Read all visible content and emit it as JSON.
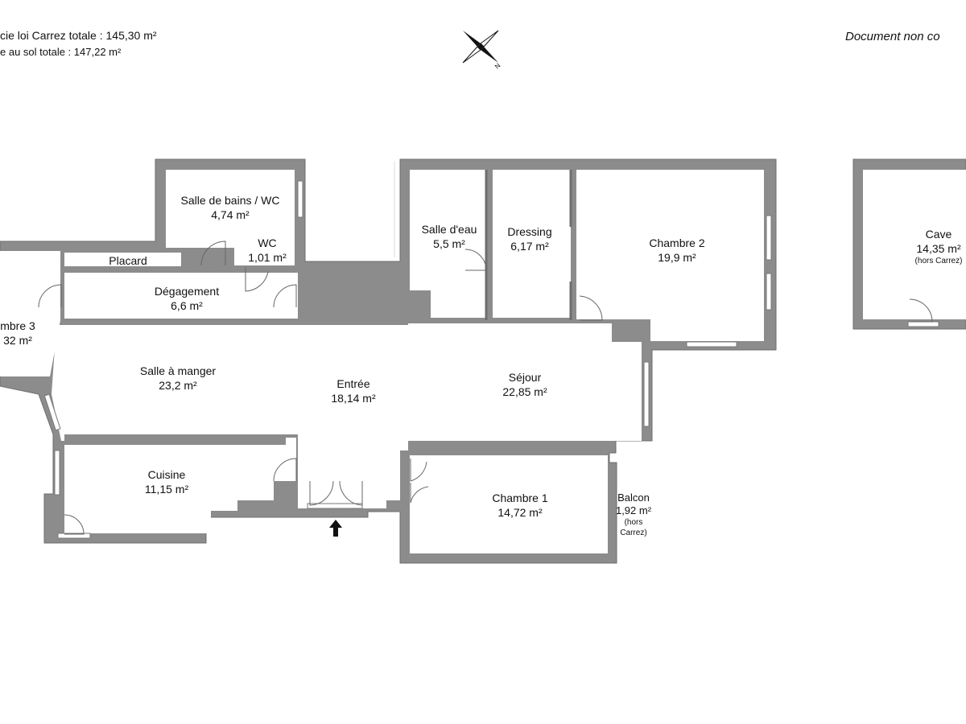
{
  "header": {
    "carrez_total": "cie loi Carrez totale :  145,30 m²",
    "sol_total": "e au sol totale :  147,22 m²",
    "disclaimer": "Document non co",
    "compass_letter": "N"
  },
  "rooms": {
    "salle_de_bains": {
      "name": "Salle de bains / WC",
      "area": "4,74 m²"
    },
    "wc": {
      "name": "WC",
      "area": "1,01 m²"
    },
    "placard": {
      "name": "Placard"
    },
    "degagement": {
      "name": "Dégagement",
      "area": "6,6 m²"
    },
    "chambre3": {
      "name": "mbre 3",
      "area": "32 m²"
    },
    "salle_a_manger": {
      "name": "Salle à manger",
      "area": "23,2 m²"
    },
    "entree": {
      "name": "Entrée",
      "area": "18,14 m²"
    },
    "cuisine": {
      "name": "Cuisine",
      "area": "11,15 m²"
    },
    "salle_deau": {
      "name": "Salle d'eau",
      "area": "5,5 m²"
    },
    "dressing": {
      "name": "Dressing",
      "area": "6,17 m²"
    },
    "chambre2": {
      "name": "Chambre 2",
      "area": "19,9 m²"
    },
    "sejour": {
      "name": "Séjour",
      "area": "22,85 m²"
    },
    "chambre1": {
      "name": "Chambre 1",
      "area": "14,72 m²"
    },
    "balcon": {
      "name": "Balcon",
      "area": "1,92 m²",
      "note1": "(hors",
      "note2": "Carrez)"
    },
    "cave": {
      "name": "Cave",
      "area": "14,35 m²",
      "note": "(hors Carrez)"
    }
  },
  "colors": {
    "wall": "#6e6e6e",
    "wall_fill": "#8c8c8c",
    "floor": "#ffffff",
    "door": "#666666"
  }
}
